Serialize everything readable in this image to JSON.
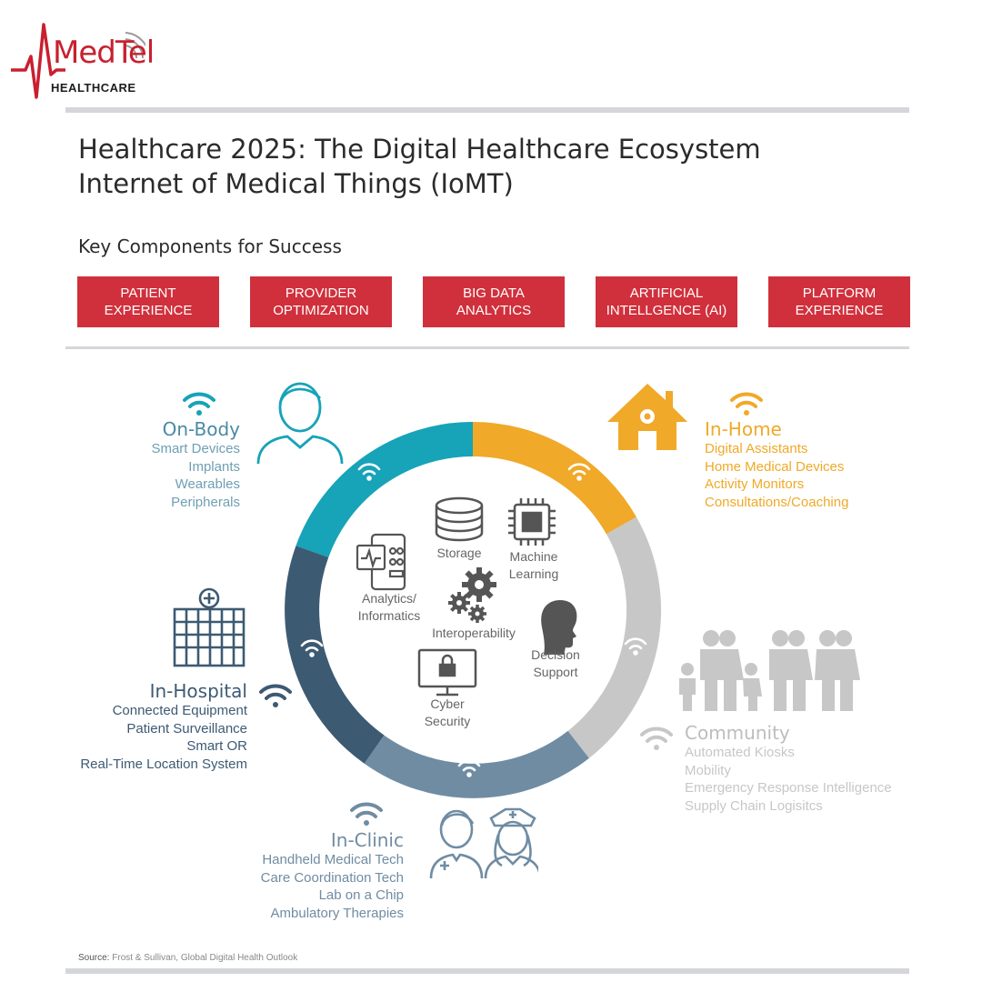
{
  "logo": {
    "wordmark": "MedTel",
    "tagline": "HEALTHCARE"
  },
  "header": {
    "title_line1": "Healthcare 2025: The Digital Healthcare Ecosystem",
    "title_line2": "Internet of Medical Things (IoMT)",
    "subtitle": "Key Components for Success"
  },
  "components": [
    "PATIENT\nEXPERIENCE",
    "PROVIDER\nOPTIMIZATION",
    "BIG DATA\nANALYTICS",
    "ARTIFICIAL\nINTELLGENCE (AI)",
    "PLATFORM\nEXPERIENCE"
  ],
  "sections": {
    "on_body": {
      "title": "On-Body",
      "color": "#17a3b8",
      "items": [
        "Smart Devices",
        "Implants",
        "Wearables",
        "Peripherals"
      ]
    },
    "in_home": {
      "title": "In-Home",
      "color": "#f0a928",
      "items": [
        "Digital Assistants",
        "Home Medical Devices",
        "Activity Monitors",
        "Consultations/Coaching"
      ]
    },
    "in_hospital": {
      "title": "In-Hospital",
      "color": "#3d5a73",
      "items": [
        "Connected Equipment",
        "Patient Surveillance",
        "Smart OR",
        "Real-Time Location System"
      ]
    },
    "community": {
      "title": "Community",
      "color": "#c7c7c7",
      "items": [
        "Automated Kiosks",
        "Mobility",
        "Emergency Response Intelligence",
        "Supply Chain Logisitcs"
      ]
    },
    "in_clinic": {
      "title": "In-Clinic",
      "color": "#6f8ca3",
      "items": [
        "Handheld Medical Tech",
        "Care Coordination Tech",
        "Lab on a Chip",
        "Ambulatory Therapies"
      ]
    }
  },
  "center": {
    "storage": "Storage",
    "machine_learning": "Machine\nLearning",
    "analytics": "Analytics/\nInformatics",
    "interoperability": "Interoperability",
    "decision_support": "Decision\nSupport",
    "cyber_security": "Cyber\nSecurity"
  },
  "source": {
    "label": "Source:",
    "text": "Frost & Sullivan, Global Digital Health Outlook"
  }
}
